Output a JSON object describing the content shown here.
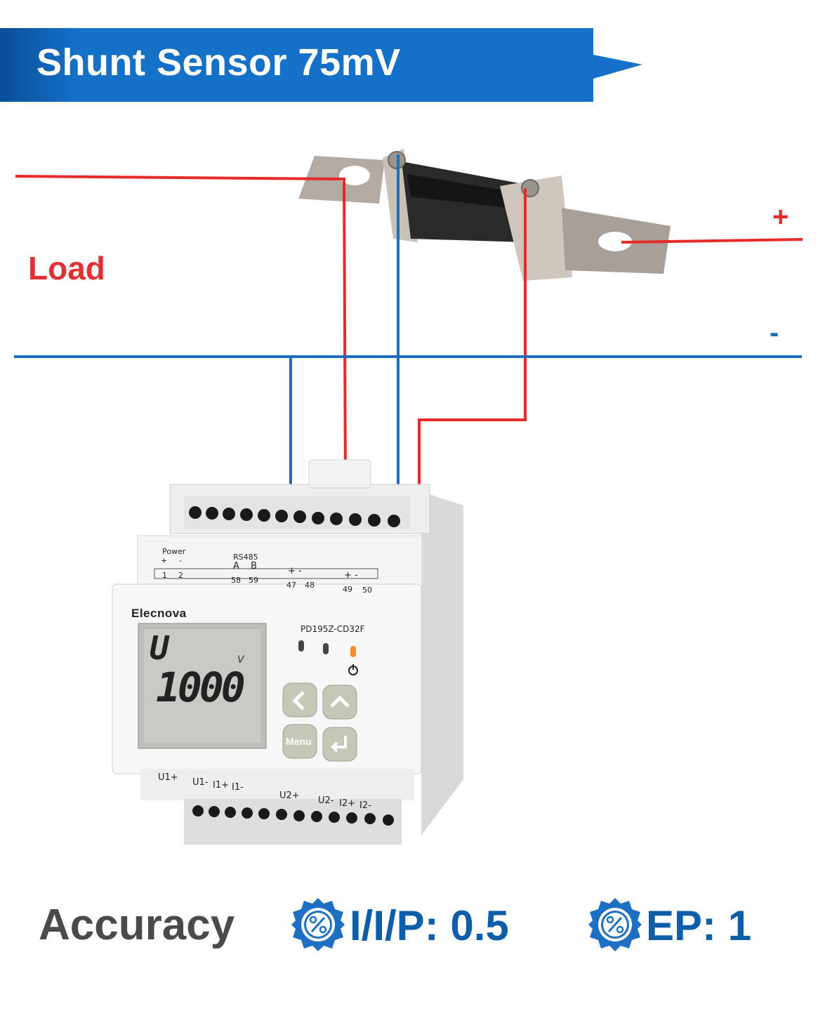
{
  "banner": {
    "title": "Shunt Sensor 75mV",
    "color": "#1570c8"
  },
  "wiring": {
    "load_label": "Load",
    "plus_label": "+",
    "minus_label": "-",
    "red_wire_color": "#e52a2a",
    "blue_wire_color": "#1e6fc2"
  },
  "device": {
    "brand": "Elecnova",
    "model": "PD195Z-CD32F",
    "lcd": {
      "top_symbol": "U",
      "unit": "V",
      "value": "1000"
    },
    "top_terminals": {
      "power": "Power",
      "power_plus": "+",
      "power_minus": "-",
      "rs485": "RS485",
      "rs485_a": "A",
      "rs485_b": "B",
      "pulse1": "+ -",
      "pulse2": "+ -",
      "numbers": [
        "1",
        "2",
        "58",
        "59",
        "47",
        "48",
        "49",
        "50"
      ]
    },
    "bottom_terminals": [
      "U1+",
      "U1-",
      "I1+",
      "I1-",
      "U2+",
      "U2-",
      "I2+",
      "I2-"
    ],
    "buttons": {
      "left": "left",
      "up": "up",
      "menu": "Menu",
      "enter": "enter"
    }
  },
  "accuracy": {
    "label": "Accuracy",
    "items": [
      {
        "icon": "percent-badge-icon",
        "text": "I/I/P: 0.5"
      },
      {
        "icon": "percent-badge-icon",
        "text": "EP: 1"
      }
    ]
  }
}
